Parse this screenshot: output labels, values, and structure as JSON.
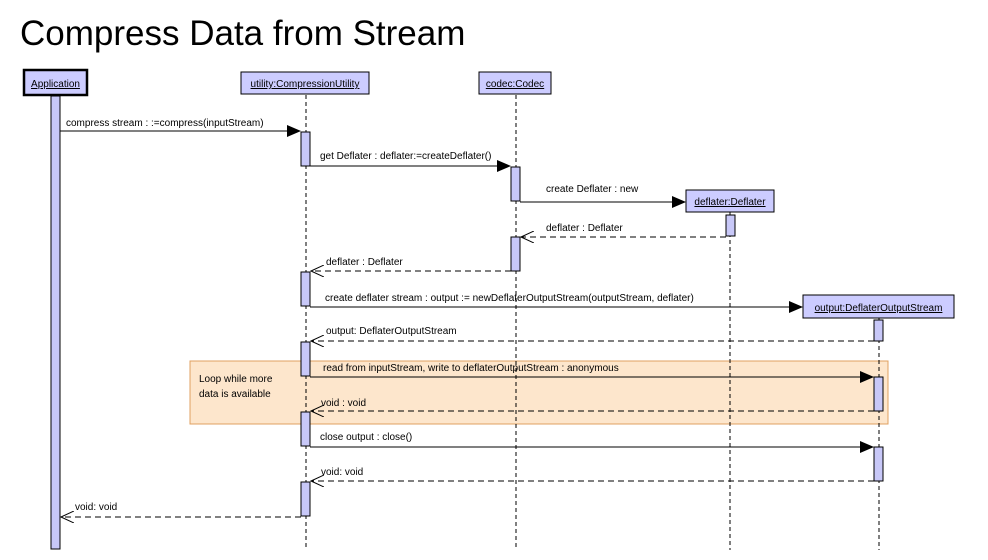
{
  "title": "Compress Data from Stream",
  "participants": {
    "application": "Application",
    "utility": "utility:CompressionUtility",
    "codec": "codec:Codec",
    "deflater": "deflater:Deflater",
    "output": "output:DeflaterOutputStream"
  },
  "messages": {
    "m1": "compress stream :  :=compress(inputStream)",
    "m2": "get Deflater : deflater:=createDeflater()",
    "m3": "create Deflater : new",
    "m4": "deflater : Deflater",
    "m5": "deflater : Deflater",
    "m6": "create deflater stream : output := newDeflaterOutputStream(outputStream, deflater)",
    "m7": "output: DeflaterOutputStream",
    "m8": "read from inputStream, write to deflaterOutputStream : anonymous",
    "m9": "void : void",
    "m10": "close output : close()",
    "m11": "void: void",
    "m12": "void: void"
  },
  "loop_note": {
    "line1": "Loop while more",
    "line2": "data is available"
  },
  "colors": {
    "activation_fill": "#c8c8f8",
    "participant_fill": "#ccccff",
    "loop_fill": "#fde6cc",
    "loop_border": "#e0a060",
    "line": "#000000"
  }
}
